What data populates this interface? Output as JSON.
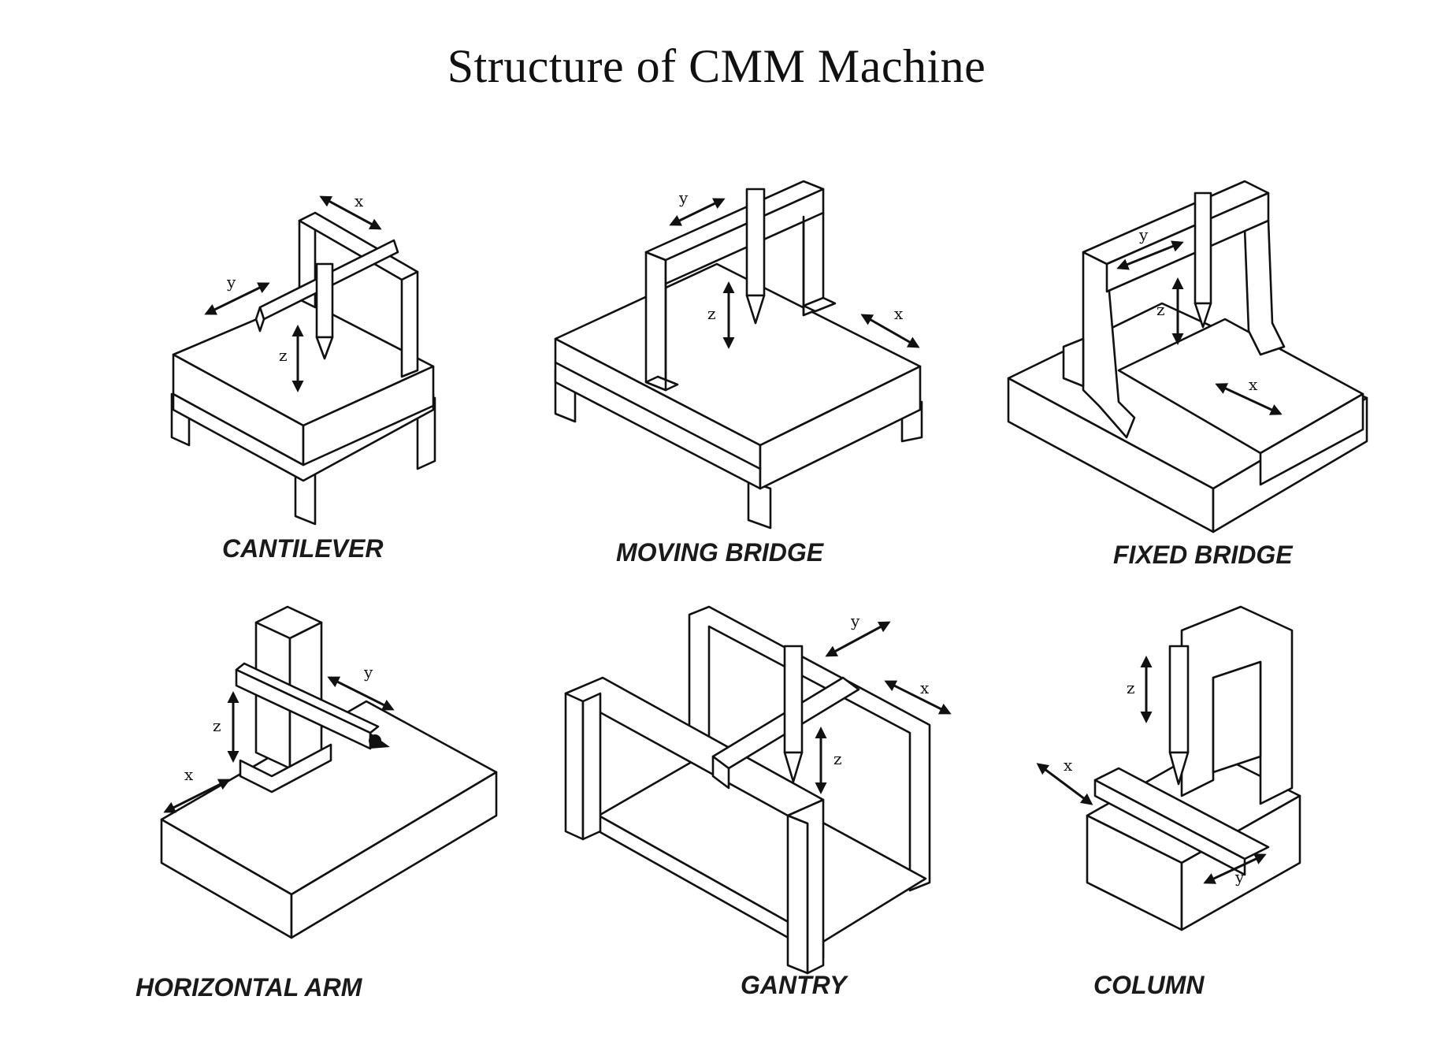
{
  "title": "Structure of CMM Machine",
  "machines": [
    {
      "label": "CANTILEVER",
      "axes": [
        "x",
        "y",
        "z"
      ]
    },
    {
      "label": "MOVING BRIDGE",
      "axes": [
        "y",
        "z",
        "x"
      ]
    },
    {
      "label": "FIXED BRIDGE",
      "axes": [
        "y",
        "z",
        "x"
      ]
    },
    {
      "label": "HORIZONTAL ARM",
      "axes": [
        "y",
        "z",
        "x"
      ]
    },
    {
      "label": "GANTRY",
      "axes": [
        "y",
        "x",
        "z"
      ]
    },
    {
      "label": "COLUMN",
      "axes": [
        "z",
        "x",
        "y"
      ]
    }
  ]
}
